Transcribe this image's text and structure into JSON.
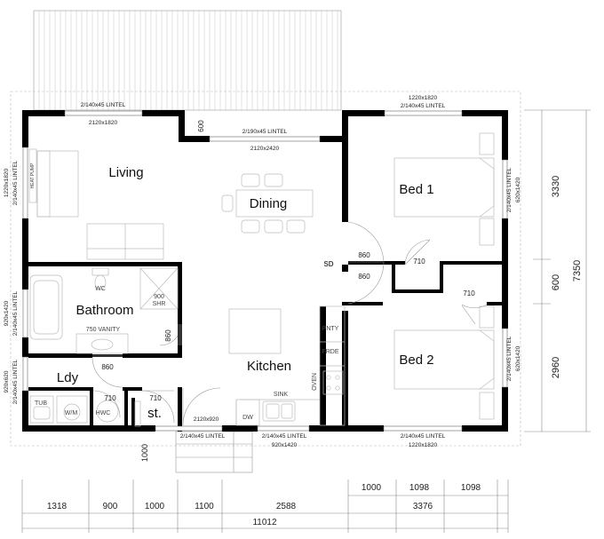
{
  "rooms": {
    "living": "Living",
    "dining": "Dining",
    "bed1": "Bed 1",
    "bed2": "Bed 2",
    "bathroom": "Bathroom",
    "kitchen": "Kitchen",
    "laundry": "Ldy",
    "store": "st."
  },
  "fixtures": {
    "wc": "WC",
    "shower": "900\nSHR",
    "shower_line1": "900",
    "shower_line2": "SHR",
    "vanity": "750 VANITY",
    "tub": "TUB",
    "washing_machine": "W/M",
    "hot_water": "HWC",
    "pantry": "PNTY",
    "fridge": "FRDE",
    "oven": "OVEN",
    "sink": "SINK",
    "dishwasher": "DW",
    "sliding_door": "SD",
    "heat_pump": "HEAT PUMP"
  },
  "openings": {
    "top_lintel_left": "2/140x45 LINTEL",
    "top_window_left": "2120x1820",
    "top_lintel_mid": "2/190x45 LINTEL",
    "top_window_mid": "2120x2420",
    "top_window_right": "1220x1820",
    "top_lintel_right": "2/140x45 LINTEL",
    "top_600": "600",
    "left_window_1": "1220x1820",
    "left_lintel_1": "2/140x45 LINTEL",
    "left_window_2": "920x1420",
    "left_lintel_2": "2/140x45 LINTEL",
    "left_window_3": "920x620",
    "left_lintel_3": "2/140x45 LINTEL",
    "right_lintel_1": "2/140x45 LINTEL",
    "right_window_1": "620x1420",
    "right_lintel_2": "2/140x45 LINTEL",
    "right_window_2": "620x1420",
    "bottom_door": "2120x920",
    "bottom_lintel_left": "2/140x45 LINTEL",
    "bottom_lintel_mid": "2/140x45 LINTEL",
    "bottom_window_mid": "920x1420",
    "bottom_lintel_right": "2/140x45 LINTEL",
    "bottom_window_right": "1220x1820",
    "door_860_a": "860",
    "door_860_b": "860",
    "door_860_bath": "860",
    "door_860_ldy": "860",
    "door_710_a": "710",
    "door_710_b": "710",
    "door_710_c": "710",
    "door_710_d": "710",
    "step_1000": "1000"
  },
  "dimensions": {
    "bottom_row": [
      "1318",
      "900",
      "1000",
      "1100",
      "2588",
      "3376"
    ],
    "bottom_upper_row": [
      "1000",
      "1098",
      "1098"
    ],
    "overall_width": "11012",
    "right_inner": [
      "3330",
      "600",
      "2960"
    ],
    "right_overall": "7350"
  }
}
